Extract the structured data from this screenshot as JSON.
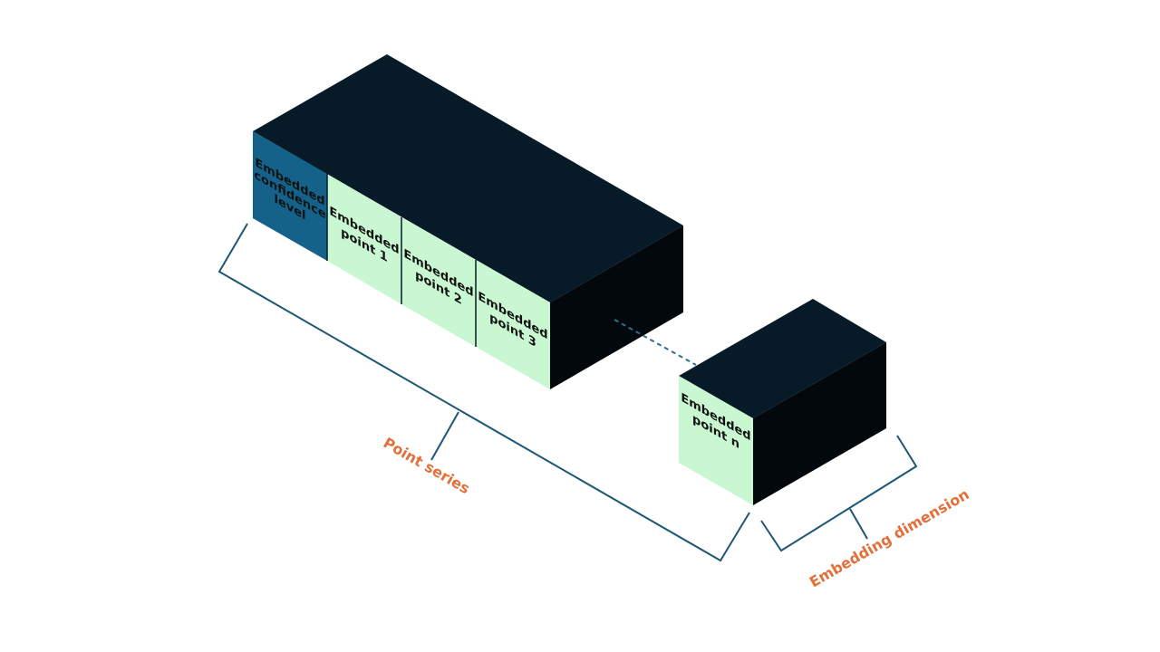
{
  "colors": {
    "top": "#061b27",
    "side": "#02080c",
    "cell_light": "#c9f7d1",
    "cell_blue": "#14628a",
    "bracket": "#1c5774",
    "label": "#e2703a",
    "dash": "#2e6e8a"
  },
  "cells": [
    {
      "lines": [
        "Embedded",
        "confidence",
        "level"
      ]
    },
    {
      "lines": [
        "Embedded",
        "point 1"
      ]
    },
    {
      "lines": [
        "Embedded",
        "point 2"
      ]
    },
    {
      "lines": [
        "Embedded",
        "point 3"
      ]
    }
  ],
  "last_cell": {
    "lines": [
      "Embedded",
      "point n"
    ]
  },
  "labels": {
    "point_series": "Point series",
    "embedding_dimension": "Embedding dimension"
  }
}
